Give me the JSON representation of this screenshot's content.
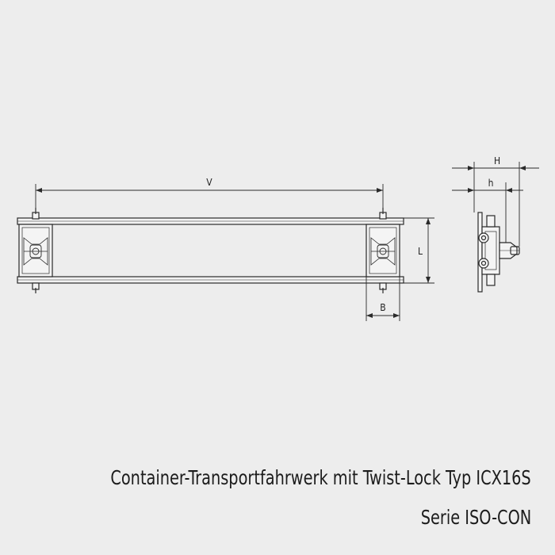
{
  "drawing": {
    "dimensions": {
      "v": "V",
      "l": "L",
      "b": "B",
      "h_upper": "H",
      "h_lower": "h"
    }
  },
  "caption": {
    "title": "Container-Transportfahrwerk mit Twist-Lock Typ ICX16S",
    "series": "Serie ISO-CON"
  },
  "colors": {
    "background": "#ededed",
    "line": "#2a2a2a",
    "text": "#1c1c1c"
  }
}
